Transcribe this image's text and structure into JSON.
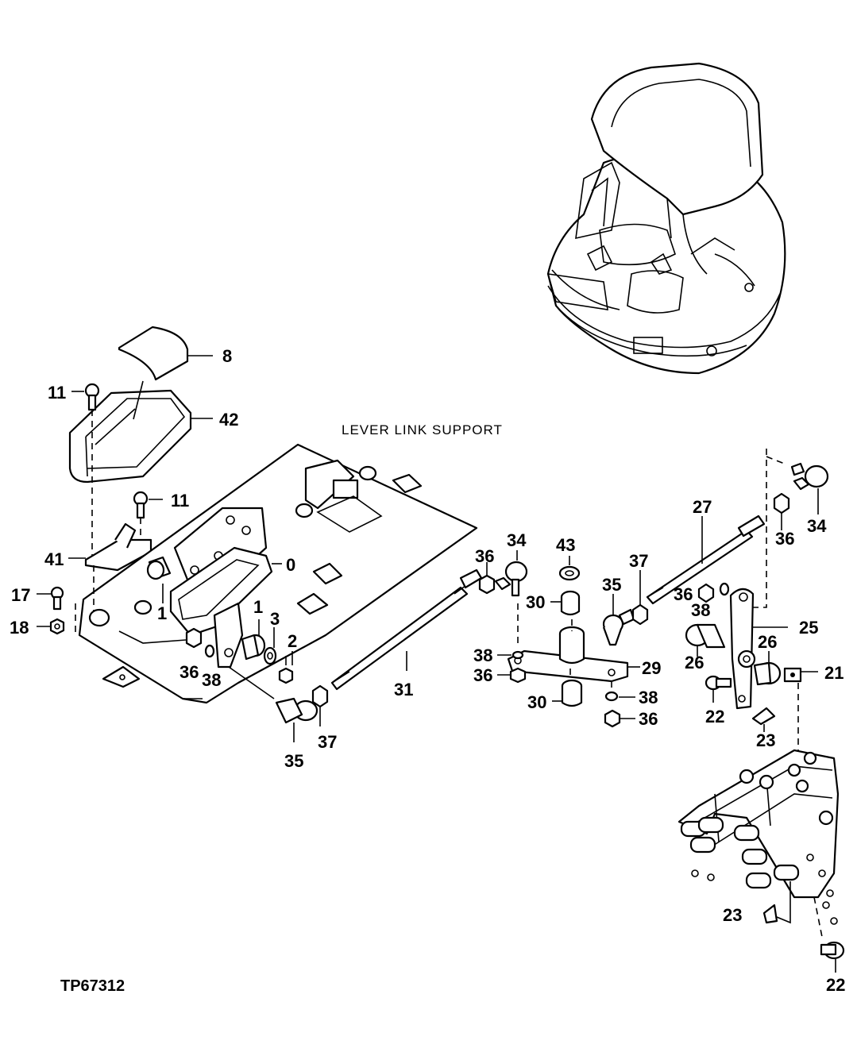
{
  "diagram_title": "LEVER LINK SUPPORT",
  "figure_reference": "TP67312",
  "callouts": {
    "c8": "8",
    "c42": "42",
    "c11a": "11",
    "c11b": "11",
    "c41": "41",
    "c17": "17",
    "c18": "18",
    "c1a": "1",
    "c0": "0",
    "c1b": "1",
    "c3": "3",
    "c2": "2",
    "c36a": "36",
    "c38a": "38",
    "c35a": "35",
    "c37a": "37",
    "c31": "31",
    "c36b": "36",
    "c34a": "34",
    "c43": "43",
    "c30a": "30",
    "c35b": "35",
    "c37b": "37",
    "c38b": "38",
    "c36c": "36",
    "c30b": "30",
    "c29": "29",
    "c38c": "38",
    "c36d": "36",
    "c27": "27",
    "c36e": "36",
    "c38d": "38",
    "c34b": "34",
    "c36f": "36",
    "c25": "25",
    "c26a": "26",
    "c26b": "26",
    "c21": "21",
    "c22a": "22",
    "c23a": "23",
    "c23b": "23",
    "c22b": "22"
  }
}
